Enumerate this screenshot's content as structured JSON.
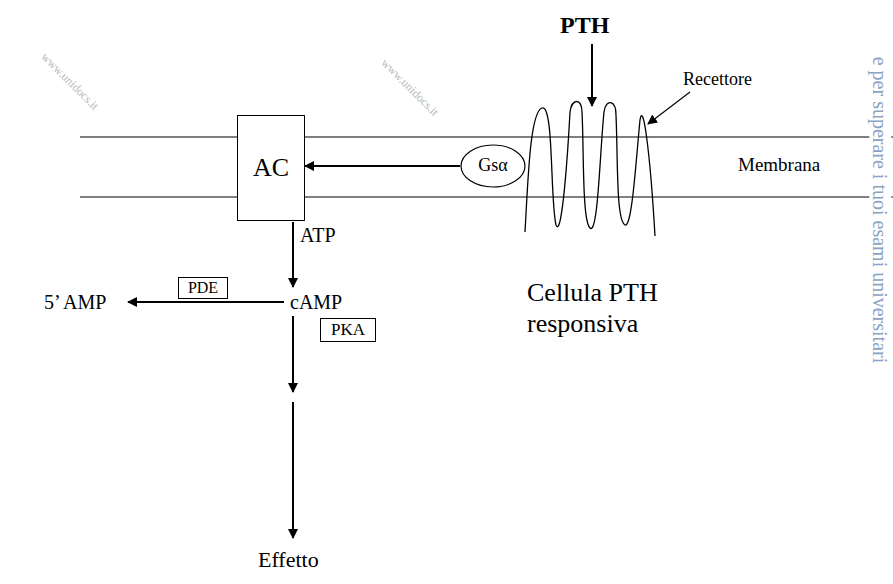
{
  "diagram": {
    "nodes": [
      {
        "text": [
          "AC"
        ]
      },
      {
        "text": [
          "Gsα"
        ]
      },
      {
        "text": [
          "PDE"
        ]
      },
      {
        "text": [
          "PKA"
        ]
      }
    ],
    "edges": [
      {
        "from": 1,
        "to": 0,
        "arrow": "to"
      }
    ],
    "labels": [
      "PTH",
      "Recettore",
      "Membrana",
      "ATP",
      "5’ AMP",
      "cAMP",
      "Cellula PTH responsiva",
      "Effetto",
      "e per superare i tuoi esami universitari",
      "www.unidocs.it",
      "www.unidocs.it"
    ]
  }
}
